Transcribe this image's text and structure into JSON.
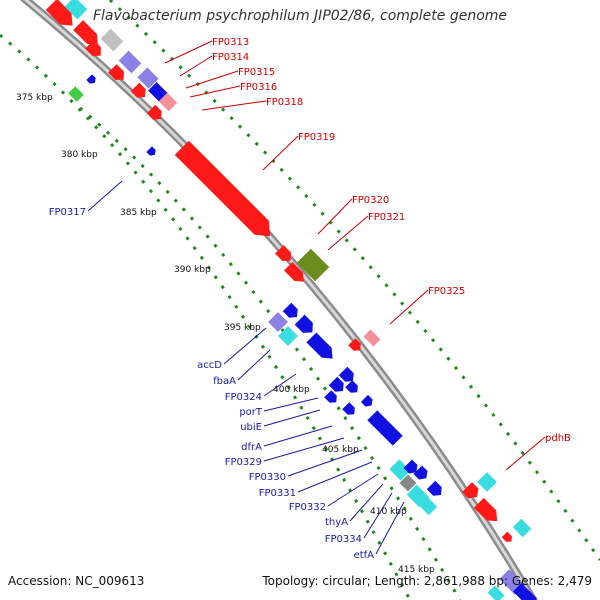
{
  "title": "Flavobacterium psychrophilum JIP02/86, complete genome",
  "footer": {
    "accession": "Accession: NC_009613",
    "topology": "Topology: circular; Length: 2,861,988 bp; Genes: 2,479"
  },
  "colors": {
    "red": "#ff1a1a",
    "blue": "#1010e0",
    "lavender": "#8a80e6",
    "pink": "#f3909a",
    "gray": "#c0c0c0",
    "cyan": "#39dde0",
    "olive": "#6c8c1e",
    "green": "#42cc42",
    "darkgray": "#888888",
    "label_red": "#d00000",
    "label_blue": "#1a1aaa",
    "ticks": "#1e8a1e"
  },
  "scale_labels": [
    "375 kbp",
    "380 kbp",
    "385 kbp",
    "390 kbp",
    "395 kbp",
    "400 kbp",
    "405 kbp",
    "410 kbp",
    "415 kbp"
  ],
  "labels_red": [
    "FP0313",
    "FP0314",
    "FP0315",
    "FP0316",
    "FP0318",
    "FP0319",
    "FP0320",
    "FP0321",
    "FP0325",
    "pdhB"
  ],
  "labels_blue": [
    "FP0317",
    "accD",
    "fbaA",
    "FP0324",
    "porT",
    "ubiE",
    "dfrA",
    "FP0329",
    "FP0330",
    "FP0331",
    "FP0332",
    "thyA",
    "FP0334",
    "etfA"
  ]
}
